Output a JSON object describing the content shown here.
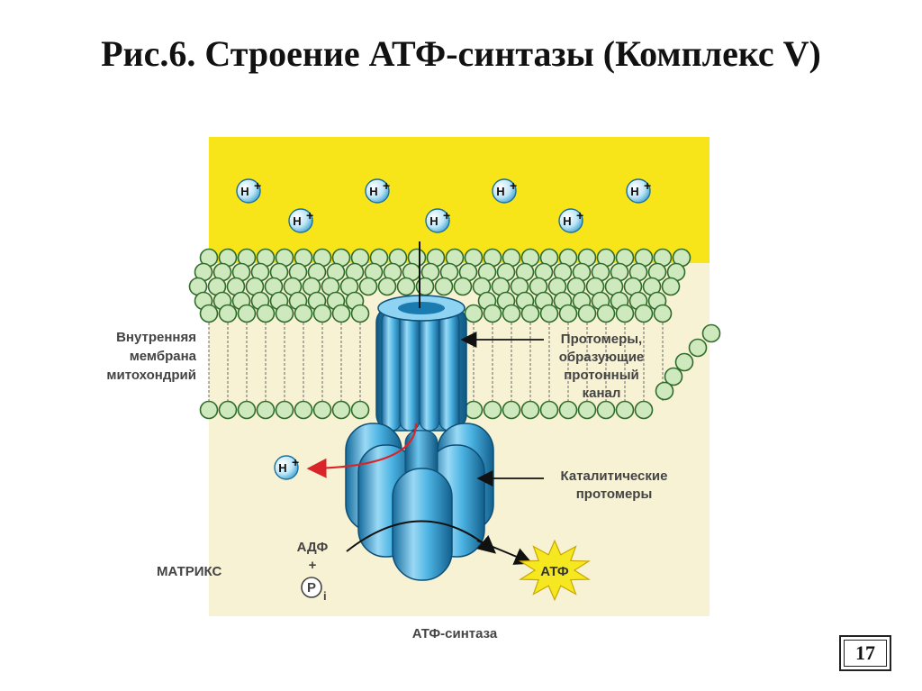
{
  "title": "Рис.6. Строение АТФ-синтазы (Комплекс V)",
  "labels": {
    "membrane": [
      "Внутренняя",
      "мембрана",
      "митохондрий"
    ],
    "protomers_channel": [
      "Протомеры,",
      "образующие",
      "протонный",
      "канал"
    ],
    "catalytic": [
      "Каталитические",
      "протомеры"
    ],
    "matrix": "МАТРИКС",
    "adp": "АДФ",
    "plus": "+",
    "phosphate": "P",
    "phosphate_sub": "i",
    "atp": "АТФ",
    "atp_synthase": "АТФ-синтаза"
  },
  "hion": {
    "symbol": "H",
    "charge": "+"
  },
  "page_number": "17",
  "colors": {
    "intermembrane_space": "#f7e51a",
    "matrix": "#f7f2d3",
    "lipid_head": "#cfe9bf",
    "lipid_outline": "#2f6b2a",
    "protein": "#4bb3e3",
    "protein_dark": "#1a7bb0",
    "arrow_red": "#d9252a",
    "atp_star": "#f5e820"
  }
}
